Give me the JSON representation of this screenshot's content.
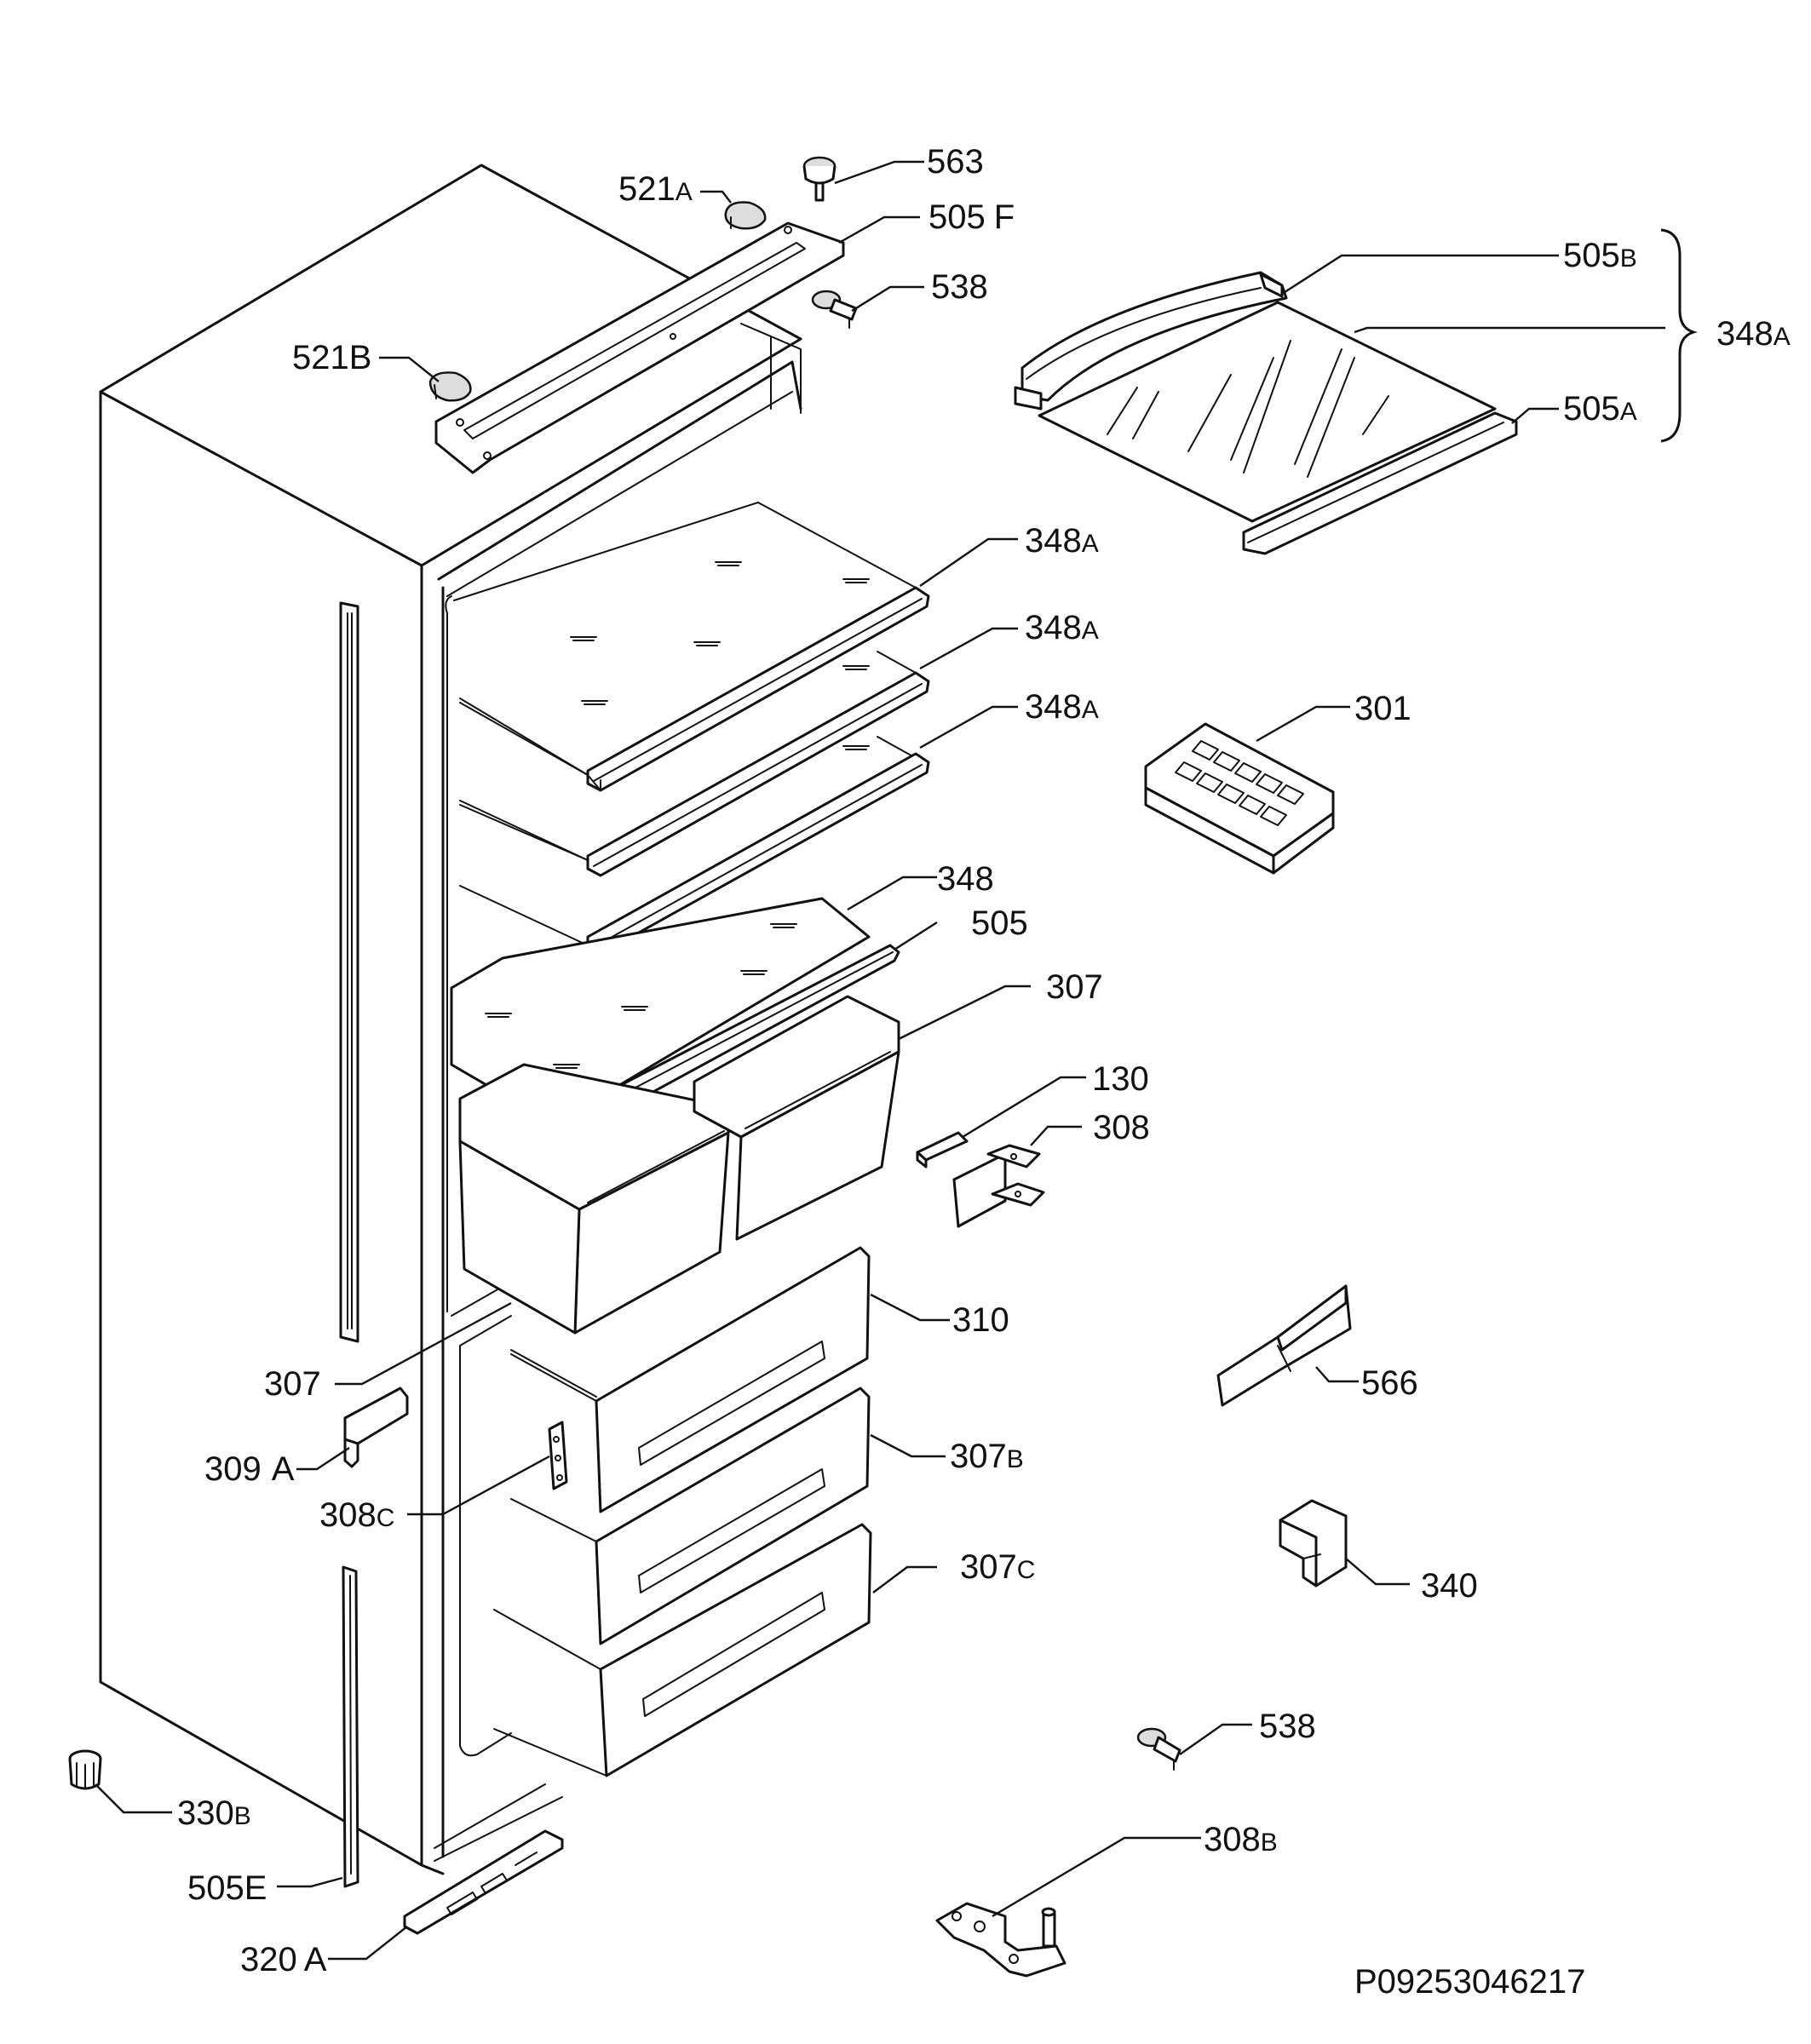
{
  "callouts": [
    {
      "id": "c563",
      "num": "563",
      "sfx": ""
    },
    {
      "id": "c521a",
      "num": "521",
      "sfx": "A"
    },
    {
      "id": "c505f",
      "num": "505",
      "sfx": "F"
    },
    {
      "id": "c538t",
      "num": "538",
      "sfx": ""
    },
    {
      "id": "c521b",
      "num": "521B",
      "sfx": ""
    },
    {
      "id": "c505b",
      "num": "505",
      "sfx": "B"
    },
    {
      "id": "c348a_g",
      "num": "348",
      "sfx": "A"
    },
    {
      "id": "c505a",
      "num": "505",
      "sfx": "A"
    },
    {
      "id": "c348a_1",
      "num": "348",
      "sfx": "A"
    },
    {
      "id": "c348a_2",
      "num": "348",
      "sfx": "A"
    },
    {
      "id": "c348a_3",
      "num": "348",
      "sfx": "A"
    },
    {
      "id": "c301",
      "num": "301",
      "sfx": ""
    },
    {
      "id": "c348",
      "num": "348",
      "sfx": ""
    },
    {
      "id": "c505",
      "num": "505",
      "sfx": ""
    },
    {
      "id": "c307",
      "num": "307",
      "sfx": ""
    },
    {
      "id": "c130",
      "num": "130",
      "sfx": ""
    },
    {
      "id": "c308",
      "num": "308",
      "sfx": ""
    },
    {
      "id": "c310",
      "num": "310",
      "sfx": ""
    },
    {
      "id": "c307l",
      "num": "307",
      "sfx": ""
    },
    {
      "id": "c566",
      "num": "566",
      "sfx": ""
    },
    {
      "id": "c309a",
      "num": "309",
      "sfx": "A"
    },
    {
      "id": "c307b",
      "num": "307",
      "sfx": "B"
    },
    {
      "id": "c308c",
      "num": "308",
      "sfx": "C"
    },
    {
      "id": "c307c",
      "num": "307",
      "sfx": "C"
    },
    {
      "id": "c340",
      "num": "340",
      "sfx": ""
    },
    {
      "id": "c538b",
      "num": "538",
      "sfx": ""
    },
    {
      "id": "c330b",
      "num": "330",
      "sfx": "B"
    },
    {
      "id": "c308b",
      "num": "308",
      "sfx": "B"
    },
    {
      "id": "c505e",
      "num": "505",
      "sfx": "E"
    },
    {
      "id": "c320a",
      "num": "320",
      "sfx": "A"
    }
  ],
  "document_code": "P09253046217"
}
